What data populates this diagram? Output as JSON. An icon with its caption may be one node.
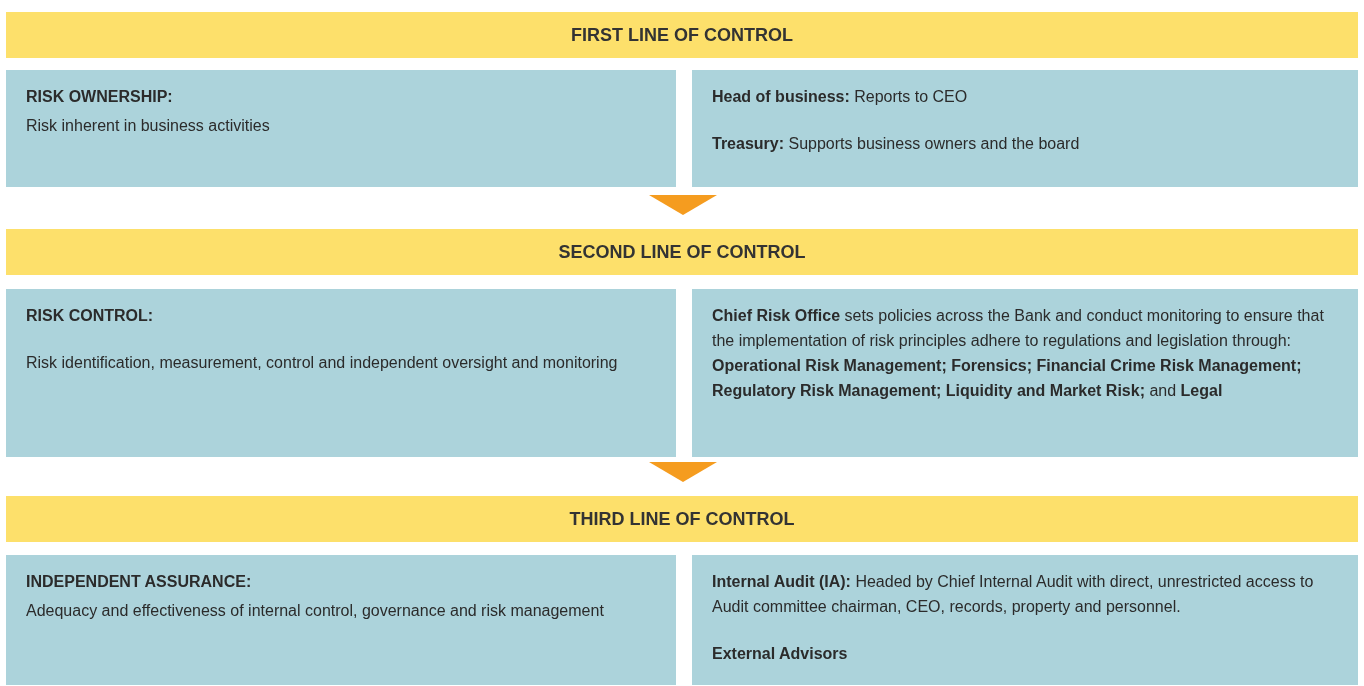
{
  "diagram": {
    "nodes": [
      {
        "text": [
          "FIRST LINE OF CONTROL"
        ]
      },
      {
        "text": [
          "RISK OWNERSHIP:",
          "Risk inherent in business activities"
        ]
      },
      {
        "text": [
          "**Head of business:** Reports to CEO",
          "**Treasury:** Supports business owners and the board"
        ]
      },
      {
        "text": [
          "SECOND LINE OF CONTROL"
        ]
      },
      {
        "text": [
          "RISK CONTROL:",
          "Risk identification, measurement, control and independent oversight and monitoring"
        ]
      },
      {
        "text": [
          "**Chief Risk Office** sets policies across the Bank and conduct monitoring to ensure that the implementation of risk principles adhere to regulations and legislation through: **Operational Risk Management; Forensics; Financial Crime Risk Management; Regulatory Risk Management; Liquidity and Market Risk;** and **Legal**"
        ]
      },
      {
        "text": [
          "THIRD LINE OF CONTROL"
        ]
      },
      {
        "text": [
          "INDEPENDENT ASSURANCE:",
          "Adequacy and effectiveness of internal control, governance and risk management"
        ]
      },
      {
        "text": [
          "**Internal Audit (IA):** Headed by Chief Internal Audit with direct, unrestricted access to Audit committee chairman, CEO, records, property and personnel.",
          "**External Advisors**"
        ]
      }
    ],
    "edges": [
      {
        "from": null,
        "to": 3,
        "arrow": "to"
      },
      {
        "from": null,
        "to": 6,
        "arrow": "to"
      }
    ]
  }
}
